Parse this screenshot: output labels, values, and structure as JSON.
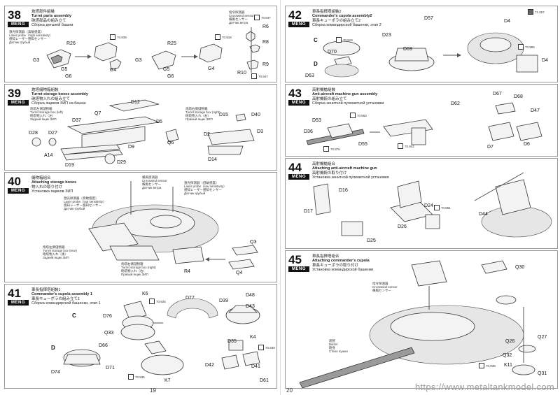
{
  "brand": "MENG",
  "watermark": "https://www.metaltankmodel.com",
  "pages": {
    "left_number": "19",
    "right_number": "20"
  },
  "steps": {
    "s38": {
      "number": "38",
      "zh": "炮塔部件組裝",
      "en": "Turret parts assembly",
      "ja": "砲塔部品の組み立て",
      "ru": "Сборка деталей башни",
      "note": [
        "激光探測器（高敏感度）",
        "Laser probe（high sensitivity）",
        "感知レーザー感知センサー",
        "Датчик грубый"
      ],
      "sensor_note": [
        "指令探測器",
        "Crosswind sensor",
        "横風センサー",
        "Датчик ветра"
      ],
      "labels": [
        "R26",
        "G3",
        "G5",
        "G6",
        "G4",
        "R25",
        "G3",
        "G5",
        "G6",
        "G4",
        "R6",
        "R8",
        "R9",
        "R10"
      ],
      "paints": [
        "70.939",
        "70.918",
        "70.947",
        "70.947"
      ]
    },
    "s39": {
      "number": "39",
      "zh": "炮塔儲物箱組裝",
      "en": "Turret storage boxes assembly",
      "ja": "砲塔物入れの組み立て",
      "ru": "Сборка ящиков ЗИП на башне",
      "note_left": [
        "炮塔左側儲物箱",
        "Turret storage box (left)",
        "砲塔物入れ（左）",
        "Задний ящик ЗИП"
      ],
      "note_right": [
        "炮塔右側儲物箱",
        "Turret storage box (right)",
        "砲塔物入れ（右）",
        "Правый ящик ЗИП"
      ],
      "labels": [
        "D12",
        "Q7",
        "D37",
        "D5",
        "D28",
        "D27",
        "D9",
        "Q6",
        "A14",
        "D29",
        "D19",
        "D15",
        "D40",
        "D2",
        "D3",
        "D14"
      ]
    },
    "s40": {
      "number": "40",
      "zh": "儲物箱組合",
      "en": "Attaching storage boxes",
      "ja": "物入れの取り付け",
      "ru": "Установка ящиков ЗИП",
      "note_cross": [
        "橫風感測器",
        "Crosswind sensor",
        "横風センサー",
        "Датчик ветра"
      ],
      "note_laser": [
        "激光探測器（低敏感度）",
        "Laser probe（low sensitivity）",
        "感知レーザー感知センサー",
        "Датчик грубый"
      ],
      "note_laser2": [
        "激光探測器（高敏感度）",
        "Laser probe（low sensitivity）",
        "感知レーザー感知センサー",
        "Датчик грубый"
      ],
      "note_box": [
        "炮塔左側儲物箱",
        "Turret storage box (rear)",
        "砲塔物入れ（後）",
        "Задний ящик ЗИП"
      ],
      "note_box_r": [
        "炮塔右側儲物箱",
        "Turret storage box (right)",
        "砲塔物入れ（右）",
        "Правый ящик ЗИП"
      ],
      "labels": [
        "Q3",
        "Q4",
        "R4"
      ]
    },
    "s41": {
      "number": "41",
      "zh": "車長指揮塔組裝1",
      "en": "Commander's cupola assembly 1",
      "ja": "車長キューポラの組み立て1",
      "ru": "Сборка командирской башенки, этап 1",
      "labels": [
        "K6",
        "C",
        "D76",
        "Q33",
        "D77",
        "D39",
        "D48",
        "D43",
        "D",
        "D66",
        "D74",
        "D71",
        "K7",
        "D35",
        "K4",
        "D42",
        "D41",
        "D61"
      ],
      "paints": [
        "70.935",
        "70.935",
        "70.939"
      ]
    },
    "s42": {
      "number": "42",
      "zh": "車長指揮塔組裝2",
      "en": "Commander's cupola assembly2",
      "ja": "車長キューポラの組み立て2",
      "ru": "Сборка командирской башенки, этап 2",
      "labels": [
        "C",
        "D57",
        "D23",
        "D70",
        "D69",
        "D63",
        "D",
        "D4",
        "D4"
      ],
      "paints": [
        "70.918",
        "71.057",
        "70.965"
      ]
    },
    "s43": {
      "number": "43",
      "zh": "高射機槍組裝",
      "en": "Anti-aircraft machine gun assembly",
      "ja": "高射機銃の組み立て",
      "ru": "Сборка зенитной пулеметной установки",
      "labels": [
        "D62",
        "D67",
        "D68",
        "D53",
        "D47",
        "D36",
        "D55",
        "D7",
        "D6"
      ],
      "paints": [
        "70.863",
        "70.876",
        "70.942"
      ]
    },
    "s44": {
      "number": "44",
      "zh": "高射機槍組合",
      "en": "Attaching anti-aircraft machine gun",
      "ja": "高射機銃の取り付け",
      "ru": "Установка зенитной пулеметной установки",
      "labels": [
        "D16",
        "D17",
        "D24",
        "D26",
        "D25",
        "D44"
      ],
      "paints": [
        "70.861"
      ]
    },
    "s45": {
      "number": "45",
      "zh": "車長指揮塔組合",
      "en": "Attaching commander's cupola",
      "ja": "車長キューポラの取り付け",
      "ru": "Установка командирской башенки",
      "note_sensor": [
        "指令探測器",
        "Crosswind sensor",
        "横風センサー"
      ],
      "note_barrel": [
        "炮管",
        "Barrel",
        "砲身",
        "Ствол пушки"
      ],
      "labels": [
        "Q30",
        "Q26",
        "Q27",
        "Q32",
        "K11",
        "Q31"
      ],
      "paints": [
        "70.939"
      ]
    }
  }
}
